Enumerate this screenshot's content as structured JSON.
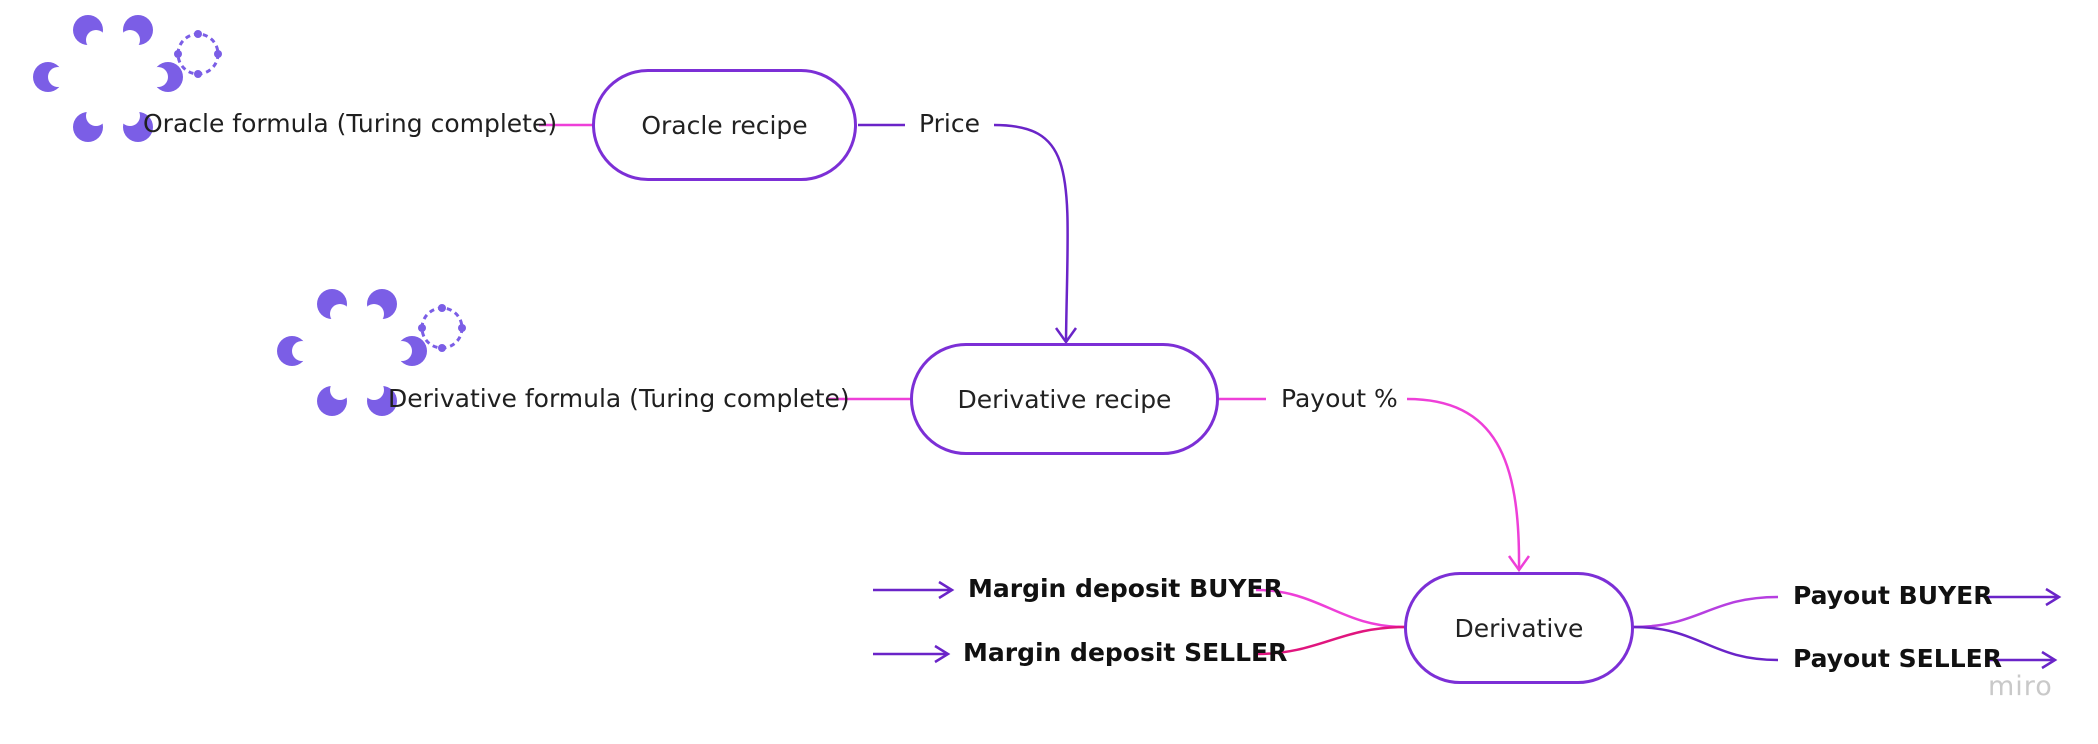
{
  "colors": {
    "purple": "#6a24c8",
    "node_border": "#7c2fd6",
    "pink": "#ee3fd8",
    "magenta": "#e0157e",
    "icon": "#7b5ee6"
  },
  "icons": [
    "loading-spinner-icon",
    "loading-spinner-icon"
  ],
  "nodes": {
    "oracle_recipe": "Oracle recipe",
    "derivative_recipe": "Derivative recipe",
    "derivative": "Derivative"
  },
  "labels": {
    "oracle_formula": "Oracle formula (Turing complete)",
    "derivative_formula": "Derivative formula (Turing complete)",
    "price": "Price",
    "payout_pct": "Payout %",
    "margin_buyer": "Margin deposit BUYER",
    "margin_seller": "Margin deposit SELLER",
    "payout_buyer": "Payout BUYER",
    "payout_seller": "Payout SELLER"
  },
  "watermark": "miro"
}
